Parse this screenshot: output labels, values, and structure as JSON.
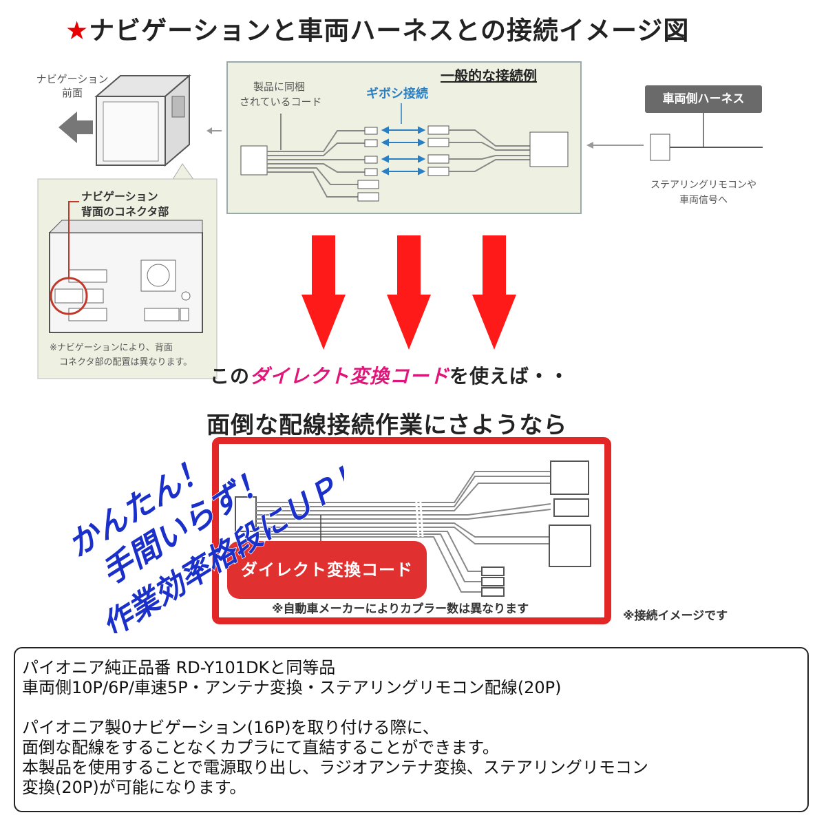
{
  "header": {
    "star": "★",
    "title": "ナビゲーションと車両ハーネスとの接続イメージ図"
  },
  "diagram": {
    "nav_front": [
      "ナビゲーション",
      "前面"
    ],
    "nav_rear": [
      "ナビゲーション",
      "背面のコネクタ部"
    ],
    "nav_rear_note": [
      "※ナビゲーションにより、背面",
      "コネクタ部の配置は異なります。"
    ],
    "bundled_cord": [
      "製品に同梱",
      "されているコード"
    ],
    "giboshi": "ギボシ接続",
    "common_example": "一般的な接続例",
    "vehicle_harness": "車両側ハーネス",
    "steering": [
      "ステアリングリモコンや",
      "車両信号へ"
    ]
  },
  "tagline": {
    "prefix": "この",
    "highlight": "ダイレクト変換コード",
    "suffix": "を使えば・・",
    "line2": "面倒な配線接続作業にさようなら"
  },
  "slogan": {
    "line1": "かんたん！",
    "line2": "手間いらず！",
    "line3": "作業効率格段にＵＰ！"
  },
  "product": {
    "label": "ダイレクト変換コード",
    "maker_note": "※自動車メーカーによりカプラー数は異なります",
    "image_note": "※接続イメージです"
  },
  "description": {
    "line1": "パイオニア純正品番 RD-Y101DKと同等品",
    "line2": "車両側10P/6P/車速5P・アンテナ変換・ステアリングリモコン配線(20P)",
    "line3": "",
    "line4": "パイオニア製0ナビゲーション(16P)を取り付ける際に、",
    "line5": "面倒な配線をすることなくカプラにて直結することができます。",
    "line6": "本製品を使用することで電源取り出し、ラジオアンテナ変換、ステアリングリモコン",
    "line7": "変換(20P)が可能になります。"
  },
  "colors": {
    "accent_red": "#e60000",
    "highlight_pink": "#e0157a",
    "giboshi_blue": "#2a7fc4",
    "slogan_blue": "#1a30c8",
    "panel_bg": "#eef0e2"
  }
}
